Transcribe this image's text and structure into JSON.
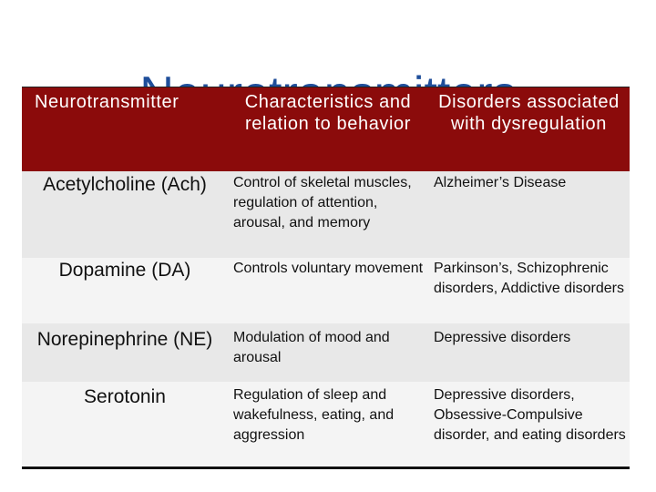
{
  "slide": {
    "title": "Neurotransmitters"
  },
  "table": {
    "headers": [
      "Neurotransmitter",
      "Characteristics and relation to behavior",
      "Disorders associated with dysregulation"
    ],
    "rows": [
      {
        "name": "Acetylcholine (Ach)",
        "characteristics": "Control of skeletal muscles, regulation of attention, arousal, and memory",
        "disorders": "Alzheimer’s Disease"
      },
      {
        "name": "Dopamine (DA)",
        "characteristics": "Controls voluntary movement",
        "disorders": "Parkinson’s, Schizophrenic disorders, Addictive disorders"
      },
      {
        "name": "Norepinephrine (NE)",
        "characteristics": "Modulation of mood and arousal",
        "disorders": "Depressive disorders"
      },
      {
        "name": "Serotonin",
        "characteristics": "Regulation of sleep and wakefulness, eating, and aggression",
        "disorders": "Depressive disorders, Obsessive-Compulsive disorder, and eating disorders"
      }
    ]
  }
}
